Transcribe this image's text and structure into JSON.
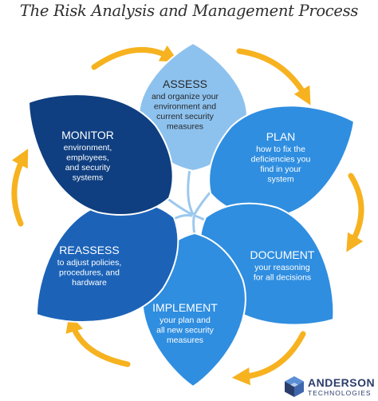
{
  "title": "The Risk Analysis and Management Process",
  "colors": {
    "arrow": "#f6b21f",
    "stem": "#9cc8ee",
    "light": "#8ec2ee",
    "mid": "#2f8ee0",
    "dark": "#1c63b8",
    "navy": "#0f3f80",
    "text_dark": "#24282c",
    "text_light": "#ffffff"
  },
  "steps": [
    {
      "id": "assess",
      "heading": "ASSESS",
      "lines": [
        "and organize your",
        "environment and",
        "current security",
        "measures"
      ]
    },
    {
      "id": "plan",
      "heading": "PLAN",
      "lines": [
        "how to fix the",
        "deficiencies you",
        "find in your",
        "system"
      ]
    },
    {
      "id": "document",
      "heading": "DOCUMENT",
      "lines": [
        "your reasoning",
        "for all decisions"
      ]
    },
    {
      "id": "implement",
      "heading": "IMPLEMENT",
      "lines": [
        "your plan and",
        "all new security",
        "measures"
      ]
    },
    {
      "id": "reassess",
      "heading": "REASSESS",
      "lines": [
        "to adjust policies,",
        "procedures, and",
        "hardware"
      ]
    },
    {
      "id": "monitor",
      "heading": "MONITOR",
      "lines": [
        "environment,",
        "employees,",
        "and security",
        "systems"
      ]
    }
  ],
  "logo": {
    "name": "ANDERSON",
    "sub": "TECHNOLOGIES"
  }
}
